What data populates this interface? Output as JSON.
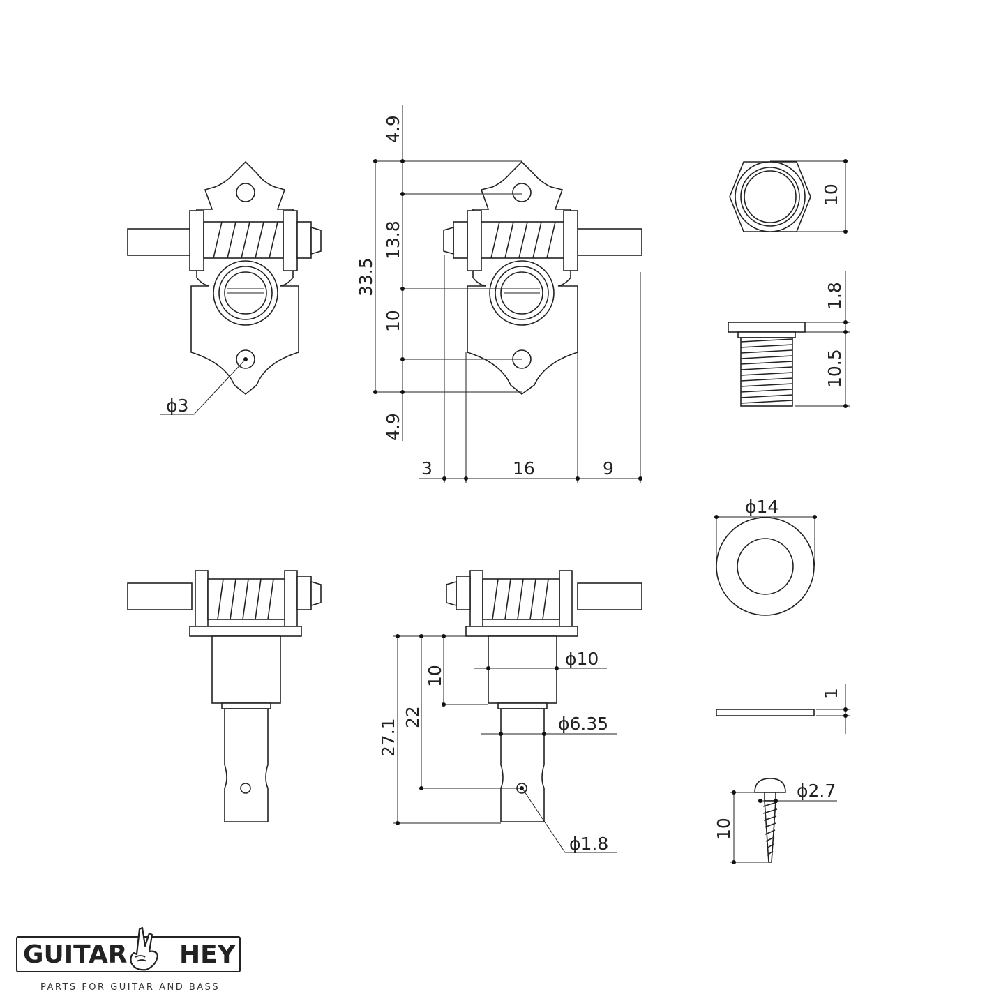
{
  "dimensions": {
    "front_hole_dia": "ϕ3",
    "top_margin": "4.9",
    "total_height": "33.5",
    "upper_hole_to_post": "13.8",
    "post_to_lower_hole": "10",
    "bottom_margin": "4.9",
    "left_offset": "3",
    "plate_width": "16",
    "shaft_length": "9",
    "nut_height": "10",
    "bushing_flange": "1.8",
    "bushing_length": "10.5",
    "washer_dia": "ϕ14",
    "washer_thickness": "1",
    "screw_head_dia": "ϕ2.7",
    "screw_length": "10",
    "post_length_total": "27.1",
    "post_to_hole": "22",
    "post_upper": "10",
    "post_dia_upper": "ϕ10",
    "post_dia_lower": "ϕ6.35",
    "string_hole_dia": "ϕ1.8"
  },
  "brand": {
    "word_left": "GUITAR",
    "word_right": "HEY",
    "tagline": "PARTS FOR GUITAR AND BASS"
  }
}
